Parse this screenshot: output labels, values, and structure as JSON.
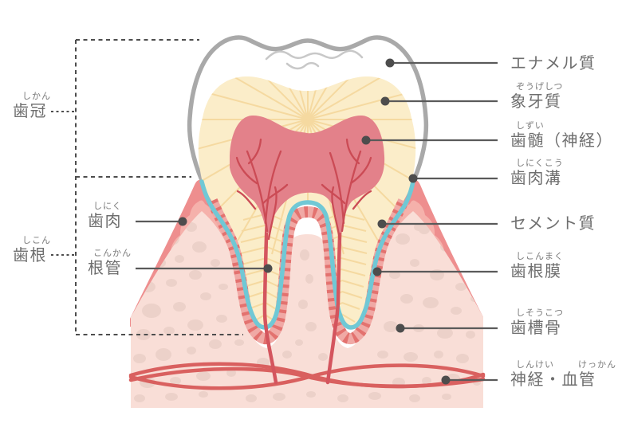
{
  "labels": {
    "right": [
      {
        "furigana": "",
        "text": "エナメル質"
      },
      {
        "furigana": "ぞうげしつ",
        "text": "象牙質"
      },
      {
        "furigana": "しずい",
        "text": "歯髄（神経）"
      },
      {
        "furigana": "しにくこう",
        "text": "歯肉溝"
      },
      {
        "furigana": "",
        "text": "セメント質"
      },
      {
        "furigana": "しこんまく",
        "text": "歯根膜"
      },
      {
        "furigana": "しそうこつ",
        "text": "歯槽骨"
      },
      {
        "furigana": "しんけい",
        "furigana2": "けっかん",
        "text": "神経・血管"
      }
    ],
    "left": [
      {
        "furigana": "しかん",
        "text": "歯冠"
      },
      {
        "furigana": "しにく",
        "text": "歯肉"
      },
      {
        "furigana": "しこん",
        "text": "歯根"
      },
      {
        "furigana": "こんかん",
        "text": "根管"
      }
    ]
  },
  "colors": {
    "enamel_outline": "#a9a9a9",
    "fissure": "#c8c8c8",
    "dentin": "#fbedc9",
    "dentin_rays": "#f5d9a0",
    "pulp": "#e3818a",
    "pulp_vessels": "#cb4b55",
    "root_canal": "#d4555e",
    "cementum_blue": "#70c8d5",
    "ligament_band": "#f0a9a5",
    "ligament_stripe": "#e3726f",
    "gum_dark": "#ee8e8e",
    "gum_light": "#f5b1ab",
    "bone": "#f9ded7",
    "bone_blobs": "#ecd1c9",
    "bottom_vessels": "#d9605f",
    "leader_line": "#5a5a5a",
    "label_text": "#6e6e6e"
  }
}
